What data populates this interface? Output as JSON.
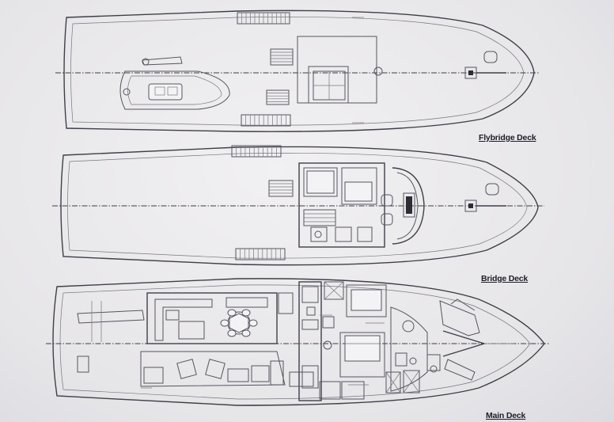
{
  "decks": [
    {
      "key": "flybridge",
      "label": "Flybridge Deck"
    },
    {
      "key": "bridge",
      "label": "Bridge Deck"
    },
    {
      "key": "main",
      "label": "Main Deck"
    }
  ],
  "colors": {
    "paper": "#ecebee",
    "ink": "#3f3f48",
    "label": "#1d1d26"
  }
}
